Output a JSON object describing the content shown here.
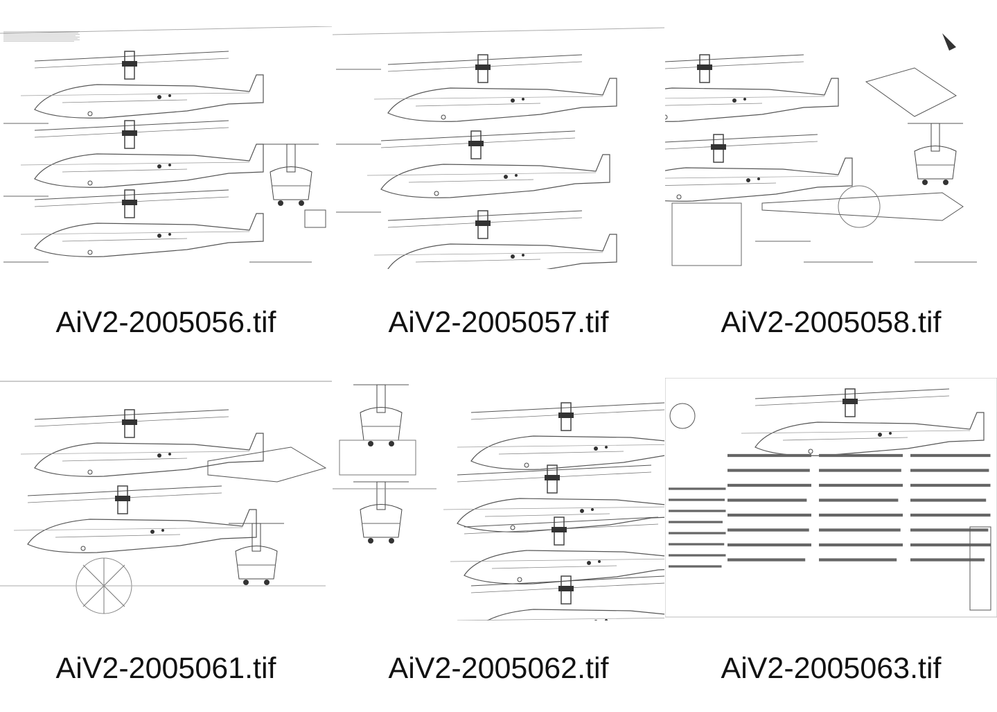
{
  "files": [
    {
      "name": "AiV2-2005056.tif",
      "icon": "helicopter-drawing-thumbnail"
    },
    {
      "name": "AiV2-2005057.tif",
      "icon": "helicopter-drawing-thumbnail"
    },
    {
      "name": "AiV2-2005058.tif",
      "icon": "helicopter-drawing-thumbnail"
    },
    {
      "name": "AiV2-2005061.tif",
      "icon": "helicopter-drawing-thumbnail"
    },
    {
      "name": "AiV2-2005062.tif",
      "icon": "helicopter-drawing-thumbnail"
    },
    {
      "name": "AiV2-2005063.tif",
      "icon": "text-page-thumbnail"
    }
  ],
  "colors": {
    "line": "#555555",
    "background": "#ffffff",
    "text": "#111111"
  }
}
